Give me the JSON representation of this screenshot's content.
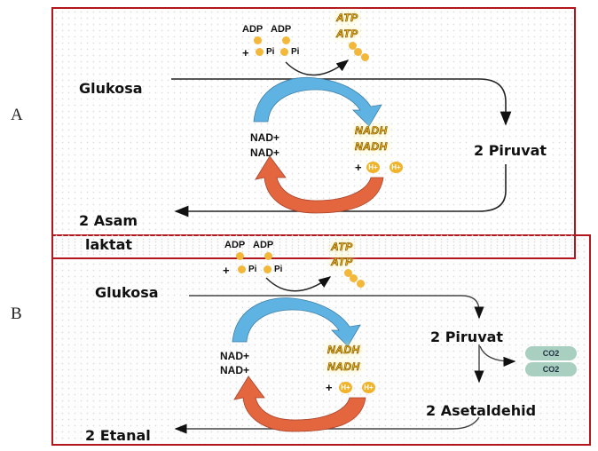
{
  "panel_a": {
    "side_label": "A",
    "input": "Glukosa",
    "intermediate": "2 Piruvat",
    "product_line1": "2 Asam",
    "product_line2": "laktat",
    "adp": [
      "ADP",
      "ADP"
    ],
    "plus": "+",
    "pi": [
      "Pi",
      "Pi"
    ],
    "atp": [
      "ATP",
      "ATP"
    ],
    "nad": [
      "NAD+",
      "NAD+"
    ],
    "nadh": [
      "NADH",
      "NADH"
    ],
    "h_ions": [
      "H+",
      "H+"
    ]
  },
  "panel_b": {
    "side_label": "B",
    "input": "Glukosa",
    "intermediate": "2 Piruvat",
    "intermediate2": "2 Asetaldehid",
    "product": "2 Etanal",
    "adp": [
      "ADP",
      "ADP"
    ],
    "plus": "+",
    "pi": [
      "Pi",
      "Pi"
    ],
    "atp": [
      "ATP",
      "ATP"
    ],
    "nad": [
      "NAD+",
      "NAD+"
    ],
    "nadh": [
      "NADH",
      "NADH"
    ],
    "h_ions": [
      "H+",
      "H+"
    ],
    "co2": [
      "CO2",
      "CO2"
    ]
  },
  "colors": {
    "frame": "#b3171d",
    "oxidation_arrow": "#5fb3e3",
    "reduction_arrow": "#e3663f",
    "energy_carrier": "#f2b51c",
    "co2": "#a9cfc0"
  }
}
